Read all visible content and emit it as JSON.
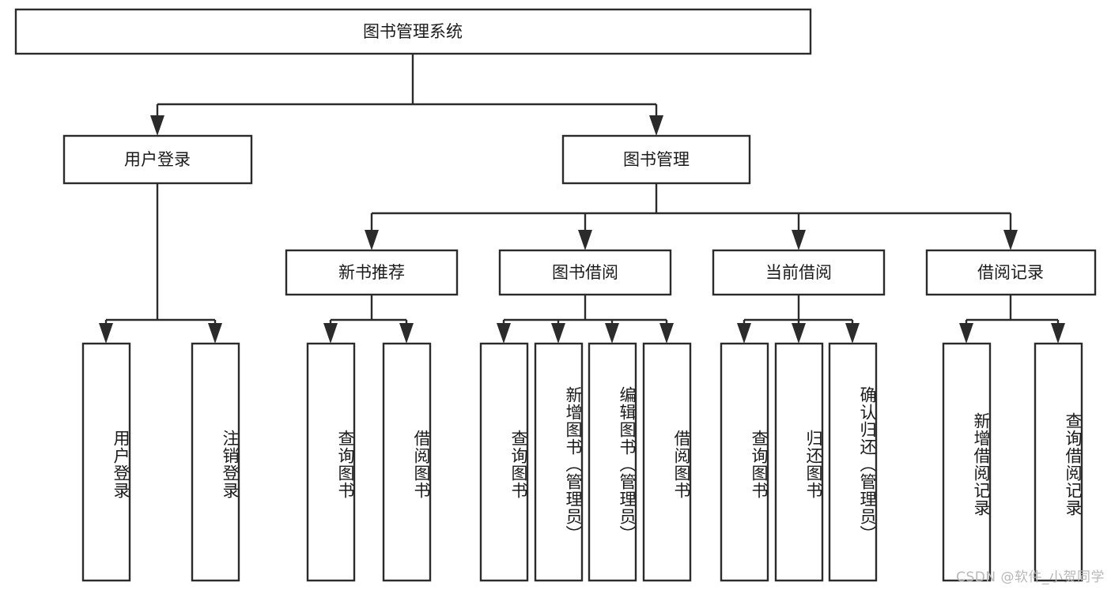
{
  "diagram": {
    "title_node": {
      "label": "图书管理系统"
    },
    "level2": [
      {
        "id": "user-login",
        "label": "用户登录"
      },
      {
        "id": "book-management",
        "label": "图书管理"
      }
    ],
    "level3": [
      {
        "id": "new-book-recommend",
        "label": "新书推荐"
      },
      {
        "id": "book-borrow",
        "label": "图书借阅"
      },
      {
        "id": "current-borrow",
        "label": "当前借阅"
      },
      {
        "id": "borrow-record",
        "label": "借阅记录"
      }
    ],
    "leaves": [
      {
        "id": "leaf-user-login",
        "label": "用户登录",
        "parent": "user-login"
      },
      {
        "id": "leaf-logout",
        "label": "注销登录",
        "parent": "user-login"
      },
      {
        "id": "leaf-query-book-1",
        "label": "查询图书",
        "parent": "new-book-recommend"
      },
      {
        "id": "leaf-borrow-book-1",
        "label": "借阅图书",
        "parent": "new-book-recommend"
      },
      {
        "id": "leaf-query-book-2",
        "label": "查询图书",
        "parent": "book-borrow"
      },
      {
        "id": "leaf-add-book",
        "label": "新增图书（管理员）",
        "parent": "book-borrow"
      },
      {
        "id": "leaf-edit-book",
        "label": "编辑图书（管理员）",
        "parent": "book-borrow"
      },
      {
        "id": "leaf-borrow-book-2",
        "label": "借阅图书",
        "parent": "book-borrow"
      },
      {
        "id": "leaf-query-book-3",
        "label": "查询图书",
        "parent": "current-borrow"
      },
      {
        "id": "leaf-return-book",
        "label": "归还图书",
        "parent": "current-borrow"
      },
      {
        "id": "leaf-confirm-return",
        "label": "确认归还（管理员）",
        "parent": "current-borrow"
      },
      {
        "id": "leaf-add-record",
        "label": "新增借阅记录",
        "parent": "borrow-record"
      },
      {
        "id": "leaf-query-record",
        "label": "查询借阅记录",
        "parent": "borrow-record"
      }
    ],
    "colors": {
      "box_stroke": "#2b2b2b",
      "box_fill": "#ffffff",
      "text": "#1a1a1a",
      "background": "#ffffff",
      "watermark": "#b8b8b8"
    }
  },
  "watermark": {
    "text": "CSDN @软件_小贺同学"
  }
}
